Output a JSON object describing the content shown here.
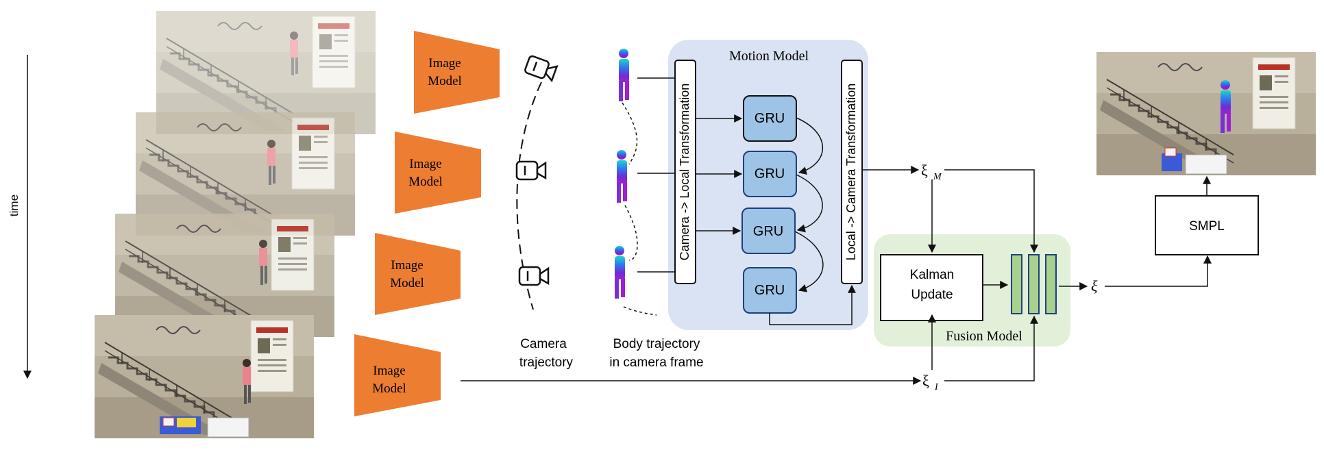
{
  "axis": {
    "time_label": "time"
  },
  "image_model": {
    "label_line1": "Image",
    "label_line2": "Model"
  },
  "camera": {
    "label_line1": "Camera",
    "label_line2": "trajectory"
  },
  "body": {
    "label_line1": "Body trajectory",
    "label_line2": "in camera frame"
  },
  "motion_model": {
    "title": "Motion Model",
    "left_transform": "Camera -> Local Transformation",
    "right_transform": "Local -> Camera Transformation",
    "gru_labels": [
      "GRU",
      "GRU",
      "GRU",
      "GRU"
    ]
  },
  "fusion_model": {
    "title": "Fusion Model",
    "kalman_line1": "Kalman",
    "kalman_line2": "Update"
  },
  "symbols": {
    "xi": "ξ",
    "sub_m": "M",
    "sub_i": "I"
  },
  "smpl": {
    "label": "SMPL"
  },
  "colors": {
    "orange": "#ED7D31",
    "gru_fill": "#9DC3E6",
    "motion_bg": "#DAE3F3",
    "fusion_bg": "#E2F0D9",
    "bar_fill": "#A9D18E",
    "wall": "#B9B09B",
    "poster": "#EFEDE4",
    "person": "#E9828C"
  }
}
